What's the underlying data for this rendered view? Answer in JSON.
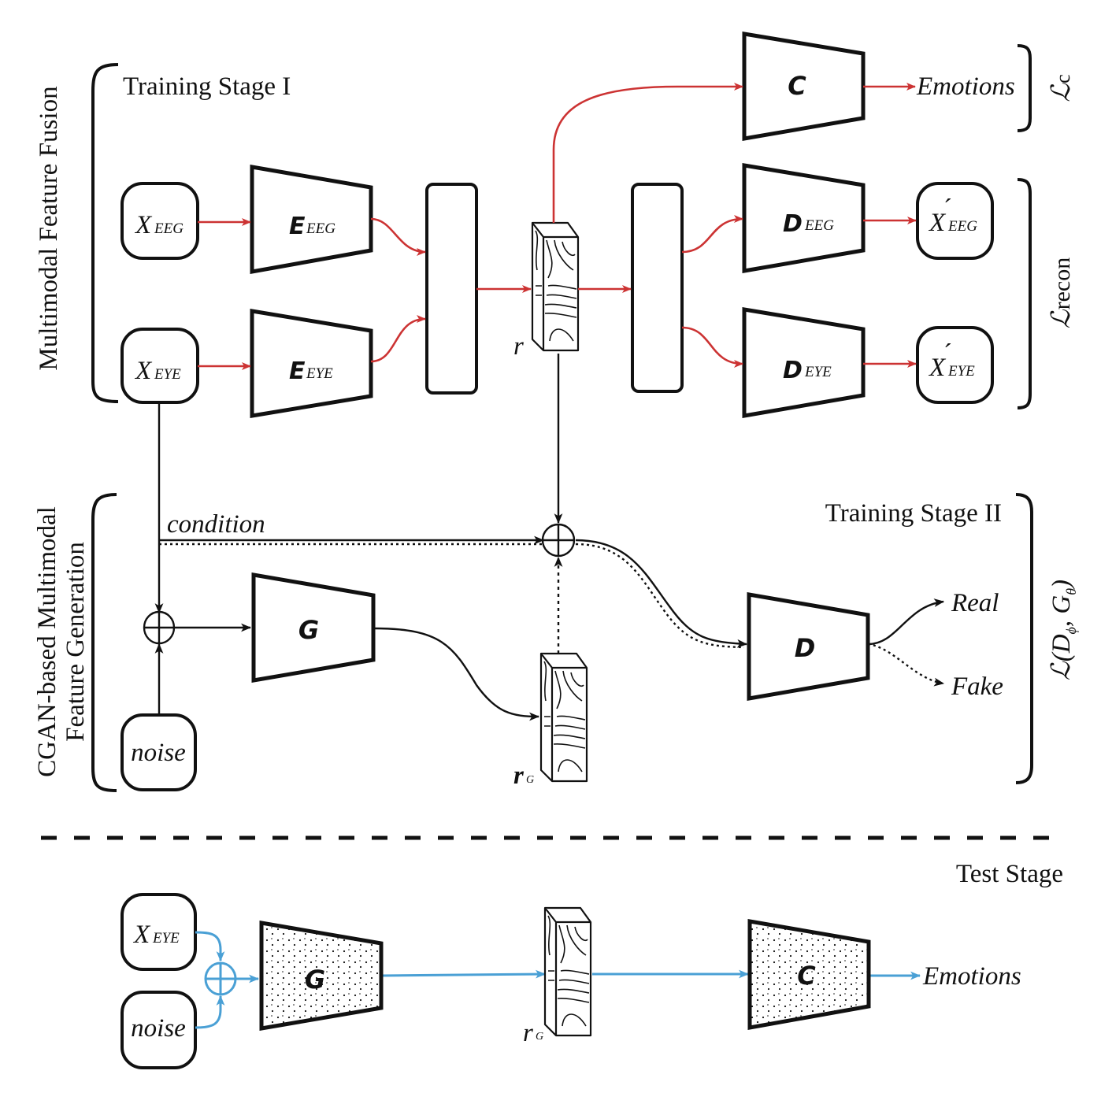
{
  "colors": {
    "stage1_flow": "#cc3333",
    "stage2_flow": "#111111",
    "test_flow": "#4aa0d5",
    "outline": "#111111"
  },
  "sections": {
    "fusion": {
      "side_label": "Multimodal Feature Fusion",
      "stage_title": "Training Stage I"
    },
    "generation": {
      "side_label_line1": "CGAN-based Multimodal",
      "side_label_line2": "Feature Generation",
      "stage_title": "Training Stage II"
    },
    "test": {
      "stage_title": "Test Stage"
    }
  },
  "stage1": {
    "inputs": [
      {
        "main": "X",
        "sub": "EEG"
      },
      {
        "main": "X",
        "sub": "EYE"
      }
    ],
    "encoders": [
      {
        "main": "E",
        "sub": "EEG"
      },
      {
        "main": "E",
        "sub": "EYE"
      }
    ],
    "latent_label": "r",
    "classifier": "C",
    "classifier_output": "Emotions",
    "decoders": [
      {
        "main": "D",
        "sub": "EEG"
      },
      {
        "main": "D",
        "sub": "EYE"
      }
    ],
    "reconstructions": [
      {
        "main": "X",
        "prime": "´",
        "sub": "EEG"
      },
      {
        "main": "X",
        "prime": "´",
        "sub": "EYE"
      }
    ],
    "losses": {
      "classification": {
        "symbol": "ℒ",
        "sub": "c"
      },
      "reconstruction": {
        "symbol": "ℒ",
        "sub": "recon"
      }
    }
  },
  "stage2": {
    "condition_label": "condition",
    "noise_label": "noise",
    "generator": "G",
    "generated_label": {
      "main": "r",
      "sub": "G"
    },
    "discriminator": "D",
    "outputs": [
      "Real",
      "Fake"
    ],
    "loss": {
      "symbol": "ℒ",
      "args": "(D",
      "phi": "ϕ",
      "comma": ", G",
      "theta": "θ",
      "close": ")"
    }
  },
  "test": {
    "inputs": [
      {
        "main": "X",
        "sub": "EYE"
      },
      {
        "main": "",
        "sub": "",
        "text": "noise"
      }
    ],
    "generator": "G",
    "generated_label": {
      "main": "r",
      "sub": "G"
    },
    "classifier": "C",
    "output": "Emotions"
  }
}
